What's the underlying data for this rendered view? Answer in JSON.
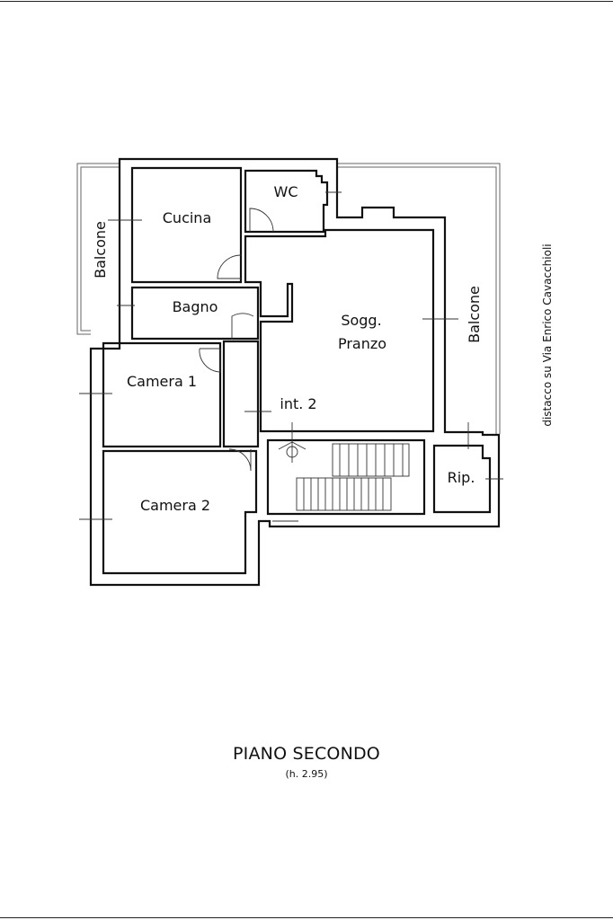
{
  "plan": {
    "rooms": {
      "cucina": "Cucina",
      "wc": "WC",
      "bagno": "Bagno",
      "camera1": "Camera 1",
      "camera2": "Camera 2",
      "soggiorno_line1": "Sogg.",
      "soggiorno_line2": "Pranzo",
      "ripostiglio": "Rip.",
      "balcone_left": "Balcone",
      "balcone_right": "Balcone",
      "unit": "int. 2"
    },
    "side_note": "distacco su Via Enrico Cavacchioli"
  },
  "footer": {
    "title": "PIANO SECONDO",
    "height": "(h. 2.95)"
  }
}
